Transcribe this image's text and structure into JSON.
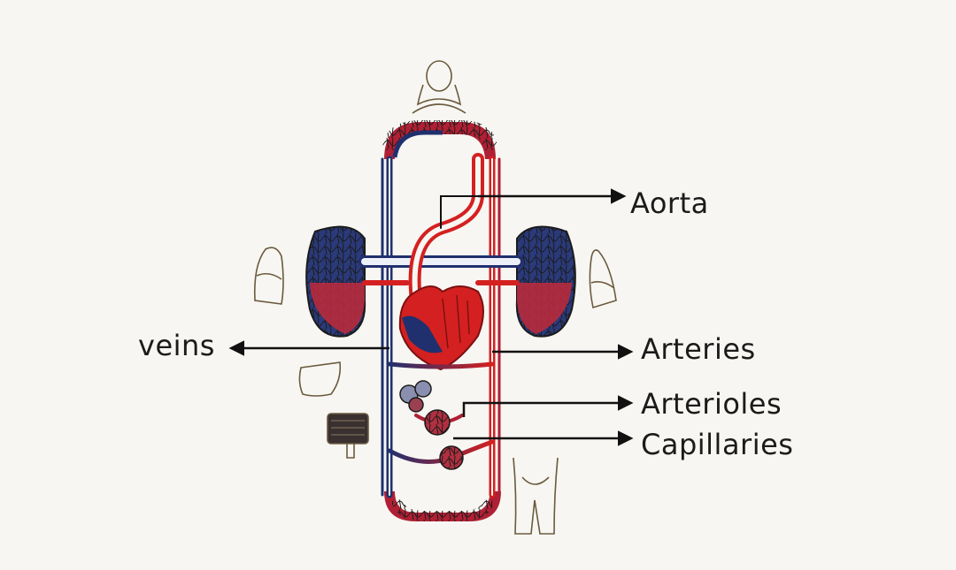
{
  "diagram": {
    "labels": {
      "aorta": "Aorta",
      "veins": "veins",
      "arteries": "Arteries",
      "arterioles": "Arterioles",
      "capillaries": "Capillaries"
    },
    "colors": {
      "oxygenated": "#d42020",
      "deoxygenated": "#20306e",
      "arrow": "#111111",
      "sketch": "#6b5a3e",
      "background": "#f7f6f2"
    },
    "icons": [
      "head-icon",
      "lung-left-icon",
      "lung-right-icon",
      "liver-icon",
      "intestine-icon",
      "lower-body-icon"
    ]
  }
}
